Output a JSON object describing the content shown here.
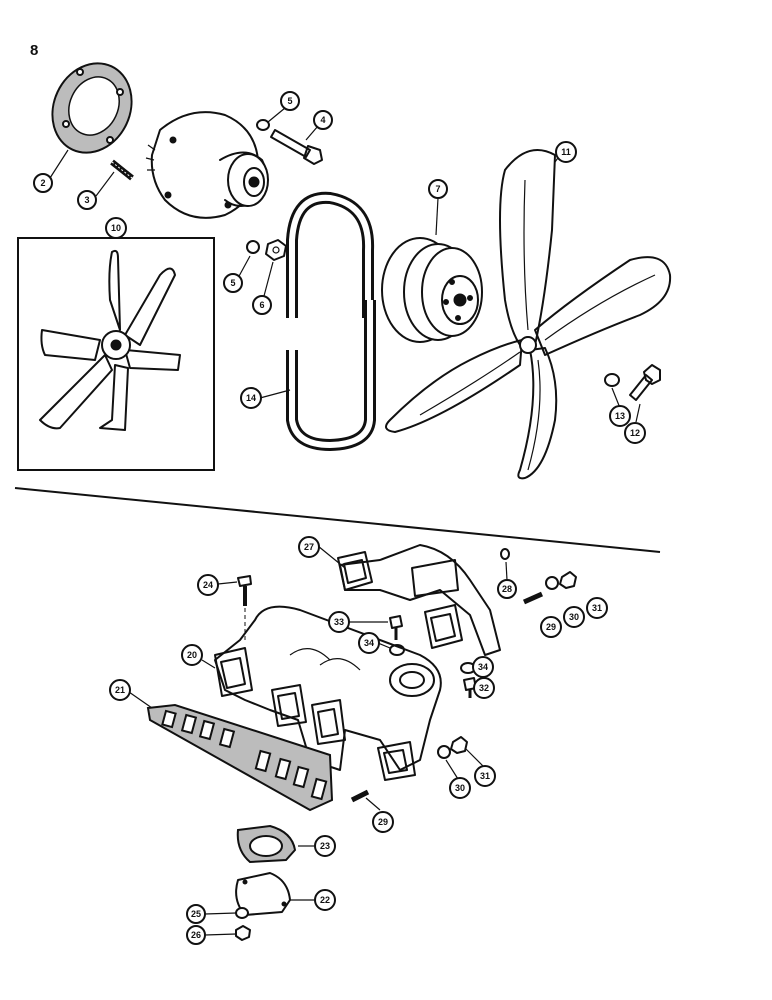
{
  "page_number": "8",
  "callouts": {
    "c2": "2",
    "c3": "3",
    "c5a": "5",
    "c4": "4",
    "c11": "11",
    "c10": "10",
    "c7": "7",
    "c5b": "5",
    "c6": "6",
    "c14": "14",
    "c13": "13",
    "c12": "12",
    "c27": "27",
    "c28": "28",
    "c24": "24",
    "c33": "33",
    "c30a": "30",
    "c31a": "31",
    "c29a": "29",
    "c34a": "34",
    "c20": "20",
    "c34b": "34",
    "c32": "32",
    "c21": "21",
    "c30b": "30",
    "c31b": "31",
    "c29b": "29",
    "c23": "23",
    "c22": "22",
    "c25": "25",
    "c26": "26"
  }
}
